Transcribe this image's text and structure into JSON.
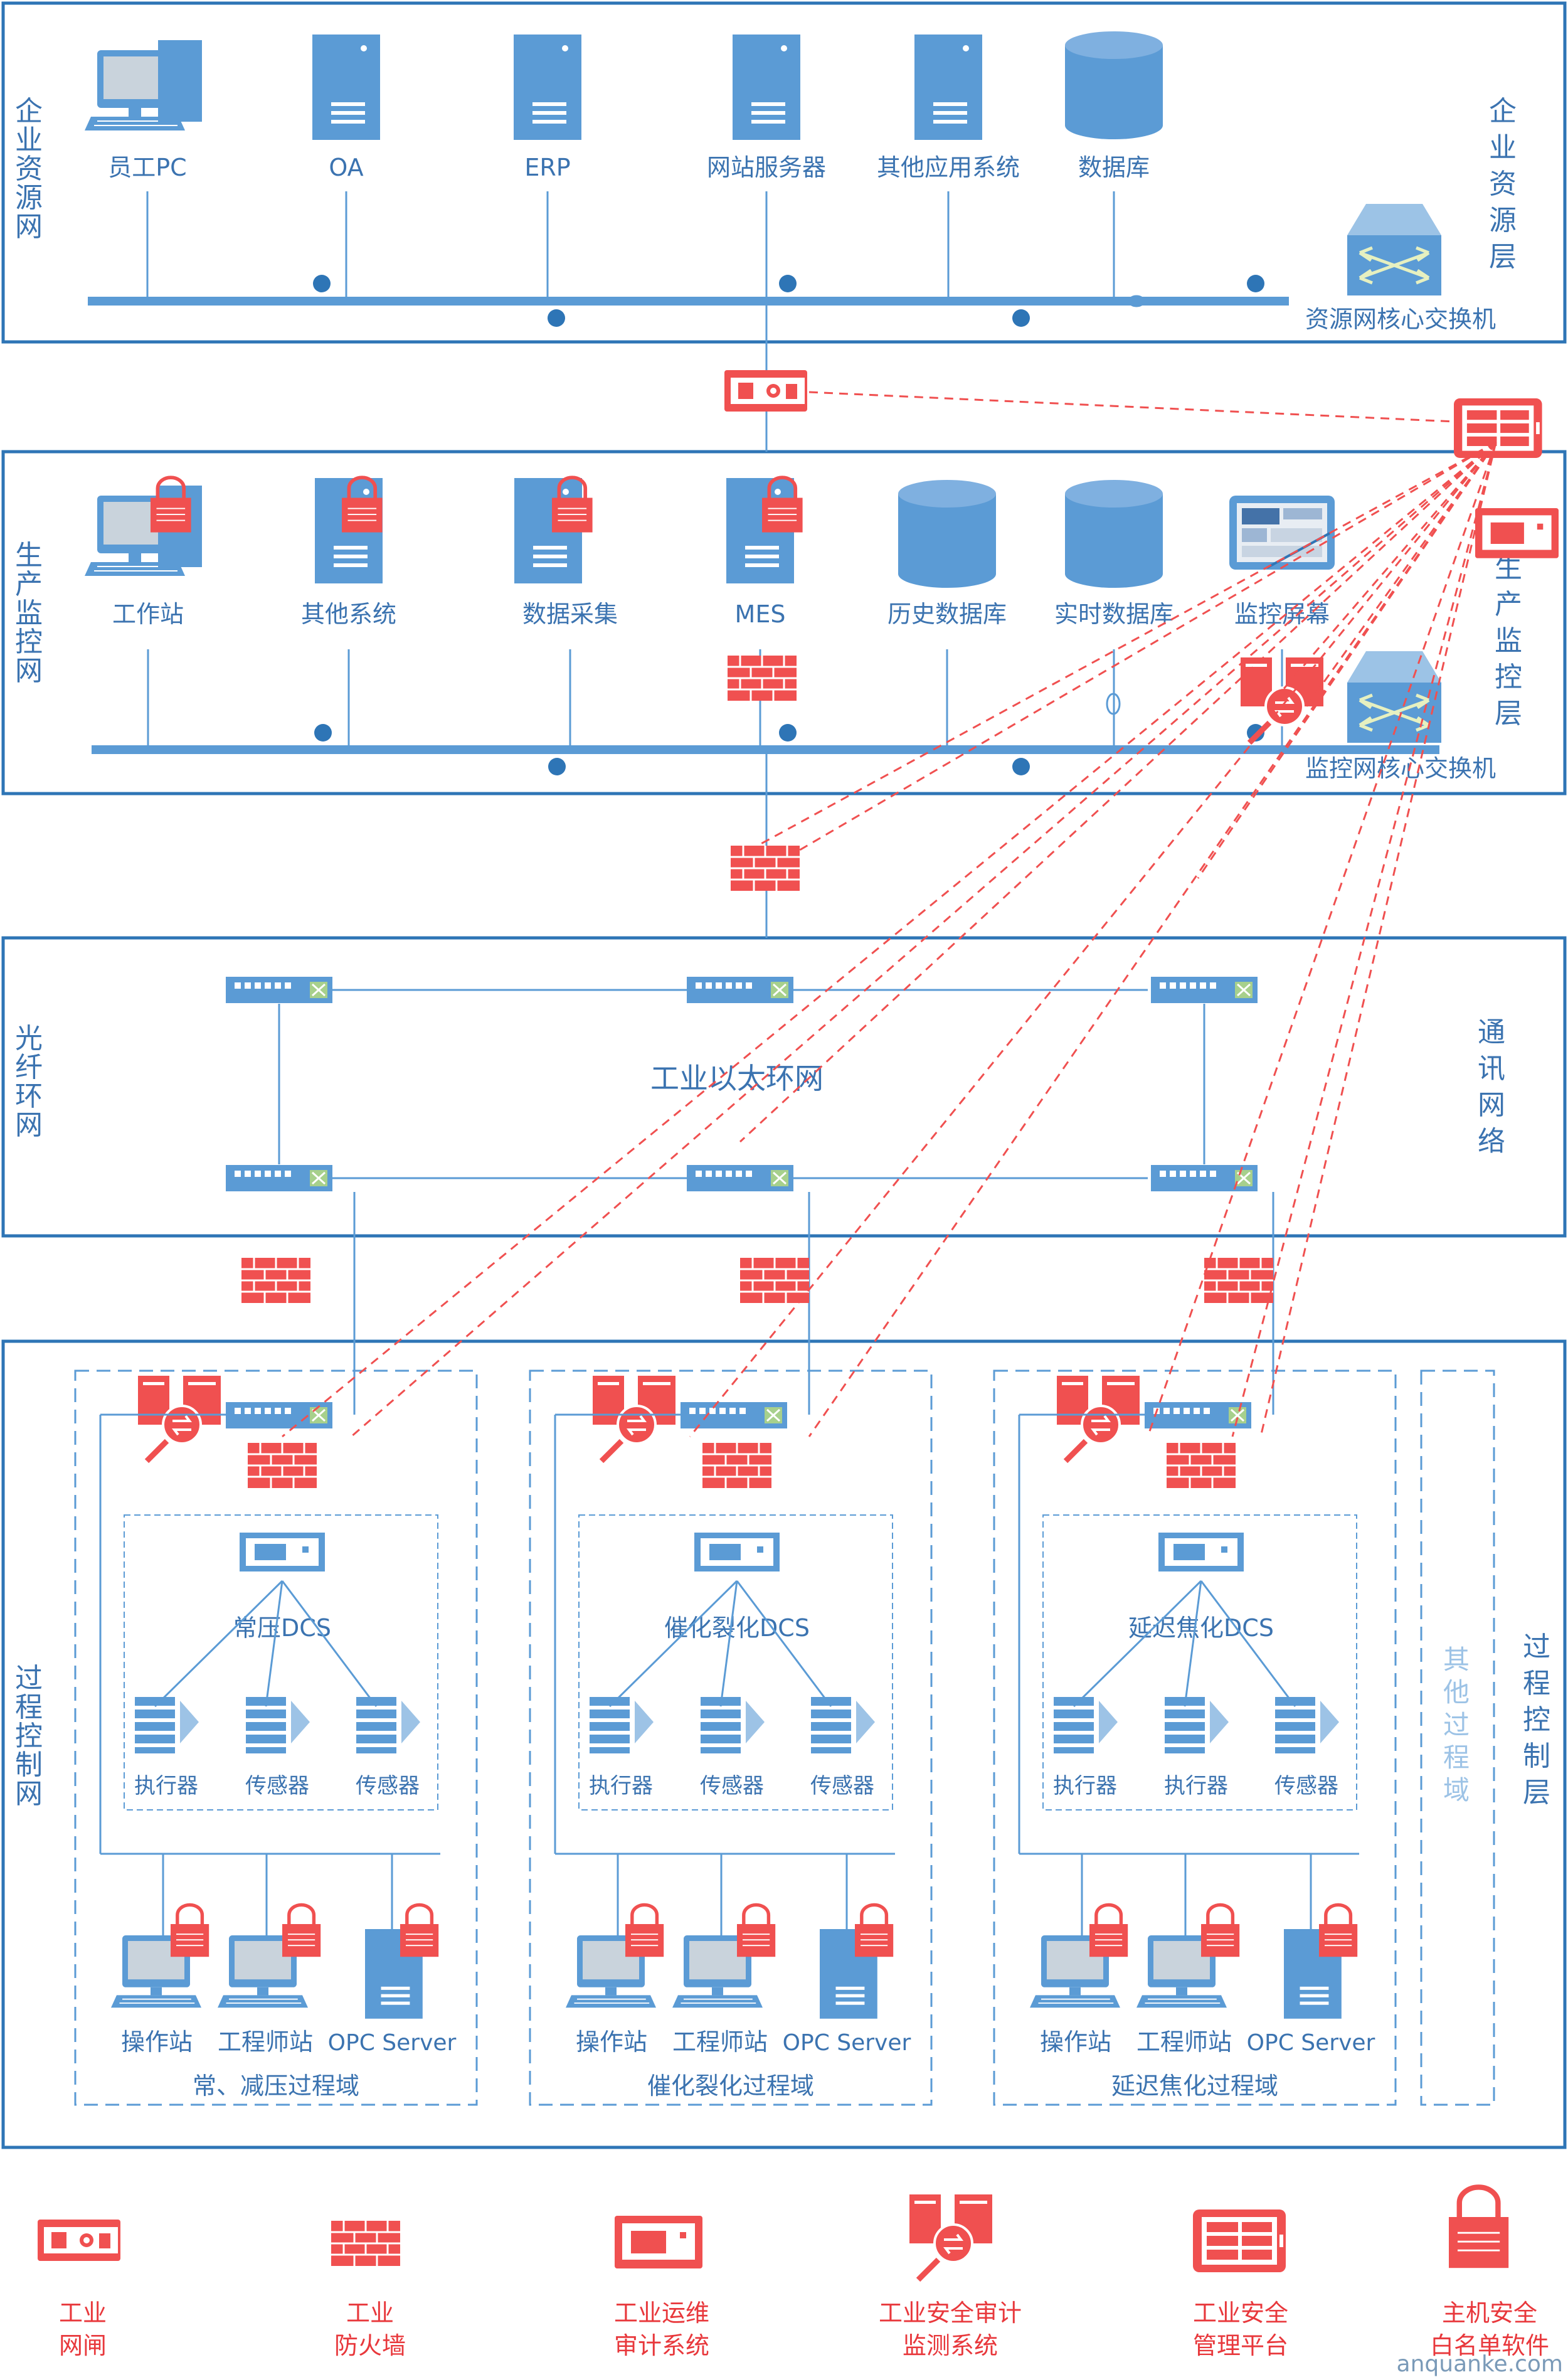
{
  "layers": {
    "enterprise": {
      "left": "企业资源网",
      "right": "企业资源层",
      "switch": "资源网核心交换机",
      "nodes": [
        "员工PC",
        "OA",
        "ERP",
        "网站服务器",
        "其他应用系统",
        "数据库"
      ]
    },
    "production": {
      "left": "生产监控网",
      "right": "生产监控层",
      "switch": "监控网核心交换机",
      "nodes": [
        "工作站",
        "其他系统",
        "数据采集",
        "MES",
        "历史数据库",
        "实时数据库",
        "监控屏幕"
      ]
    },
    "comm": {
      "left": "光纤环网",
      "right": "通讯网络",
      "center": "工业以太环网"
    },
    "process": {
      "left": "过程控制网",
      "right": "过程控制层",
      "other": "其他过程域",
      "domains": [
        {
          "name": "常、减压过程域",
          "dcs": "常压DCS",
          "devices": [
            "执行器",
            "传感器",
            "传感器"
          ],
          "stations": [
            "操作站",
            "工程师站",
            "OPC Server"
          ]
        },
        {
          "name": "催化裂化过程域",
          "dcs": "催化裂化DCS",
          "devices": [
            "执行器",
            "传感器",
            "传感器"
          ],
          "stations": [
            "操作站",
            "工程师站",
            "OPC Server"
          ]
        },
        {
          "name": "延迟焦化过程域",
          "dcs": "延迟焦化DCS",
          "devices": [
            "执行器",
            "执行器",
            "传感器"
          ],
          "stations": [
            "操作站",
            "工程师站",
            "OPC Server"
          ]
        }
      ]
    }
  },
  "legend": [
    {
      "line1": "工业",
      "line2": "网闸",
      "icon": "gateway-icon"
    },
    {
      "line1": "工业",
      "line2": "防火墙",
      "icon": "firewall-icon"
    },
    {
      "line1": "工业运维",
      "line2": "审计系统",
      "icon": "audit-icon"
    },
    {
      "line1": "工业安全审计",
      "line2": "监测系统",
      "icon": "monitor-icon"
    },
    {
      "line1": "工业安全",
      "line2": "管理平台",
      "icon": "platform-icon"
    },
    {
      "line1": "主机安全",
      "line2": "白名单软件",
      "icon": "lock-icon"
    }
  ],
  "watermark": "anquanke.com",
  "colors": {
    "blue": "#5b9bd5",
    "blueDark": "#2e75b6",
    "red": "#f05050",
    "labelBlue": "#3b73b0",
    "legendRed": "#e8383c"
  }
}
